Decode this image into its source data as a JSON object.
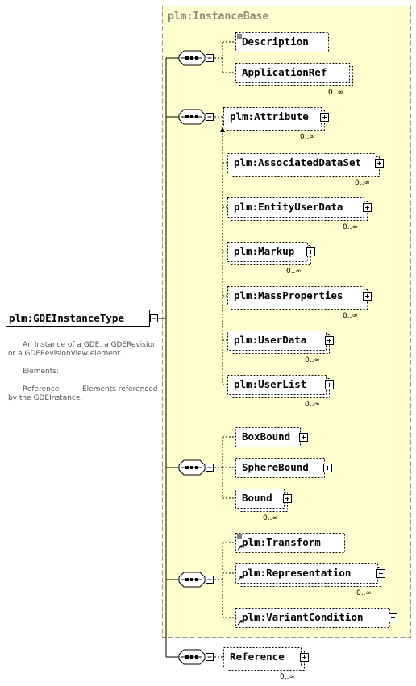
{
  "group": {
    "title": "plm:InstanceBase"
  },
  "root": {
    "label": "plm:GDEInstanceType",
    "doc": [
      "An Instance of a GDE, a GDERevision",
      "or a GDERevisionView element.",
      "Elements:",
      "Reference",
      "Elements referenced",
      "by the GDEInstance."
    ]
  },
  "elements": {
    "description": {
      "label": "Description"
    },
    "application_ref": {
      "label": "ApplicationRef",
      "card": "0..∞"
    },
    "attribute": {
      "label": "plm:Attribute",
      "card": "0..∞"
    },
    "associated_data_set": {
      "label": "plm:AssociatedDataSet",
      "card": "0..∞"
    },
    "entity_user_data": {
      "label": "plm:EntityUserData",
      "card": "0..∞"
    },
    "markup": {
      "label": "plm:Markup",
      "card": "0..∞"
    },
    "mass_properties": {
      "label": "plm:MassProperties",
      "card": "0..∞"
    },
    "user_data": {
      "label": "plm:UserData",
      "card": "0..∞"
    },
    "user_list": {
      "label": "plm:UserList",
      "card": "0..∞"
    },
    "box_bound": {
      "label": "BoxBound"
    },
    "sphere_bound": {
      "label": "SphereBound"
    },
    "bound": {
      "label": "Bound",
      "card": "0..∞"
    },
    "transform": {
      "label": "plm:Transform"
    },
    "representation": {
      "label": "plm:Representation",
      "card": "0..∞"
    },
    "variant_condition": {
      "label": "plm:VariantCondition"
    },
    "reference": {
      "label": "Reference",
      "card": "0..∞"
    }
  }
}
